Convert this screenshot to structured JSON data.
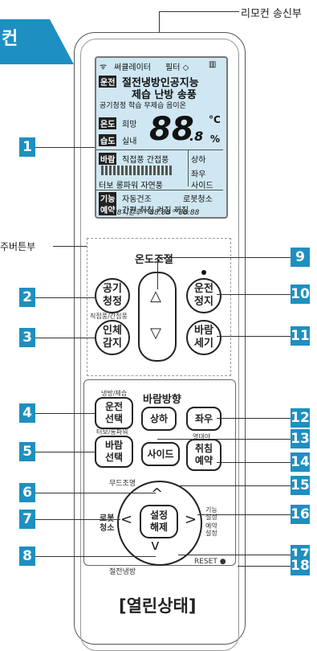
{
  "header": {
    "title": "컨",
    "top_label": "리모컨 송신부",
    "main_panel_label": "주버튼부"
  },
  "lcd": {
    "row1": {
      "signal": "ᯤ",
      "ssae": "써큘레이터",
      "filter": "필터 ◇",
      "battery": "▥"
    },
    "mode_tag": "운전",
    "modes_line1": "절전냉방인공지능",
    "modes_line2": "제습  난방  송풍",
    "modes_line3": "공기청정  학습  무제습  음이온",
    "temp_tag": "온도",
    "hope": "희망",
    "hum_tag": "습도",
    "indoor": "실내",
    "big_digits": "88",
    "small_digits": ".8",
    "unit_c": "°C",
    "unit_pct": "%",
    "wind_tag": "바람",
    "wind_types": "직접풍  간접풍",
    "wind_dir1": "상하",
    "wind_dir2": "좌우",
    "wind_bottom": "터보  롱파워  자연풍",
    "side": "사이드",
    "func_tag": "기능",
    "func_text": "자동건조",
    "robot": "로봇청소",
    "resv_tag": "예약",
    "resv_text": "간편  취침  켜짐  꺼짐",
    "time_line": "88시간후 ⁰⁰88:88 ⁰⁰88:88"
  },
  "temp_section": {
    "title": "온도조절"
  },
  "buttons": {
    "air_clean": "공기\n청정",
    "body_sense": "인체\n감지",
    "body_sense_top": "직접풍/간접풍",
    "run_stop": "운전\n정지",
    "wind_power": "바람\n세기",
    "run_select": "운전\n선택",
    "run_select_top": "냉방/제습",
    "wind_select": "바람\n선택",
    "wind_select_top": "터보/롱파워",
    "updown": "상하",
    "leftright": "좌우",
    "side": "사이드",
    "sleep_resv": "취침\n예약",
    "sleep_resv_top": "열대야",
    "set_release": "설정\n해제",
    "mood": "무드조명",
    "robot_clean": "로봇\n청소",
    "func_set": "기능\n설정",
    "resv_set": "예약\n설정",
    "save_cool": "절전냉방",
    "reset": "RESET ●"
  },
  "wind_dir_section": {
    "title": "바람방향"
  },
  "footer": {
    "caption": "[열린상태]"
  },
  "badges": {
    "b1": "1",
    "b2": "2",
    "b3": "3",
    "b4": "4",
    "b5": "5",
    "b6": "6",
    "b7": "7",
    "b8": "8",
    "b9": "9",
    "b10": "10",
    "b11": "11",
    "b12": "12",
    "b13": "13",
    "b14": "14",
    "b15": "15",
    "b16": "16",
    "b17": "17",
    "b18": "18"
  },
  "colors": {
    "accent": "#1e8fc1",
    "lcd": "#cfe7f2"
  }
}
